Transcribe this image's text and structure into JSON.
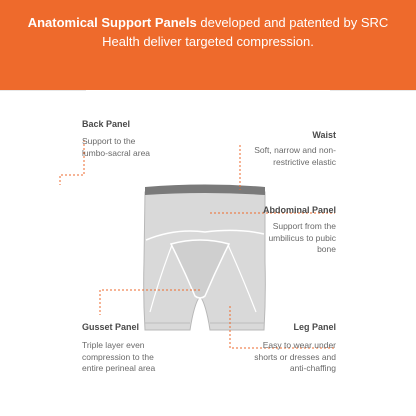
{
  "banner": {
    "bold_text": "Anatomical Support Panels",
    "text": " developed and patented by SRC Health deliver targeted compression."
  },
  "labels": {
    "back_panel": {
      "title": "Back Panel",
      "desc": "Support to the lumbo-sacral area"
    },
    "waist": {
      "title": "Waist",
      "desc": "Soft, narrow and non-restrictive elastic"
    },
    "abdominal_panel": {
      "title": "Abdominal Panel",
      "desc": "Support from the umbilicus to pubic bone"
    },
    "gusset_panel": {
      "title": "Gusset Panel",
      "desc": "Triple layer even compression to the entire perineal area"
    },
    "leg_panel": {
      "title": "Leg Panel",
      "desc": "Easy to wear under shorts or dresses and anti-chaffing"
    }
  },
  "colors": {
    "banner": "#ee6a2c",
    "leader": "#ee6a2c",
    "garment": "#d9d9d9",
    "waistband": "#7a7a7a"
  }
}
